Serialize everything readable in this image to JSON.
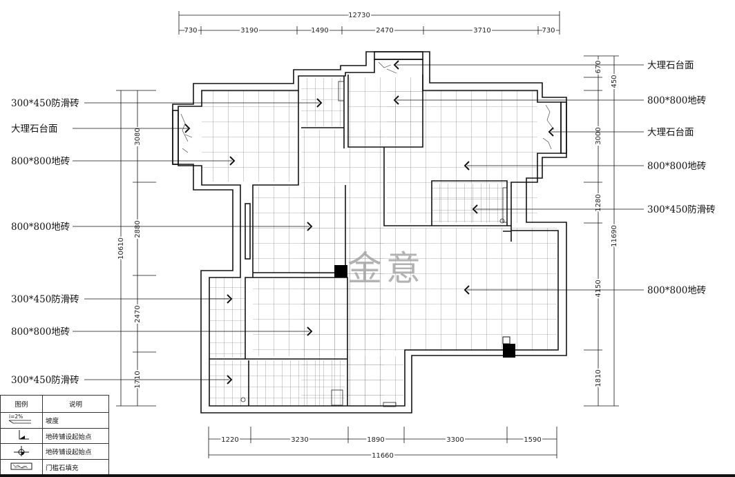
{
  "dimensions": {
    "top_total": "12730",
    "top_segments": [
      "730",
      "3190",
      "1490",
      "2470",
      "3710",
      "730"
    ],
    "bottom_total": "11660",
    "bottom_segments": [
      "1220",
      "3230",
      "1890",
      "3300",
      "1590"
    ],
    "left_total": "10610",
    "left_segments": [
      "3080",
      "2880",
      "2470",
      "1710"
    ],
    "right_total": "11690",
    "right_overall": "450",
    "right_segments": [
      "670",
      "3000",
      "1280",
      "4150",
      "1810"
    ]
  },
  "labels_left": [
    "300*450防滑砖",
    "大理石台面",
    "800*800地砖",
    "800*800地砖",
    "300*450防滑砖",
    "800*800地砖",
    "300*450防滑砖"
  ],
  "labels_right": [
    "大理石台面",
    "800*800地砖",
    "大理石台面",
    "800*800地砖",
    "300*450防滑砖",
    "800*800地砖"
  ],
  "watermark": "金意",
  "legend": {
    "header_symbol": "图例",
    "header_desc": "说明",
    "rows": [
      {
        "symbol_text": "i=2%",
        "desc": "坡度"
      },
      {
        "symbol_text": "",
        "desc": "地砖铺设起始点"
      },
      {
        "symbol_text": "",
        "desc": "地砖铺设起始点"
      },
      {
        "symbol_text": "",
        "desc": "门槛石填充"
      }
    ]
  },
  "colors": {
    "line": "#111111",
    "grid": "#555555",
    "watermark": "#9a9a9a",
    "fill": "#000000"
  }
}
